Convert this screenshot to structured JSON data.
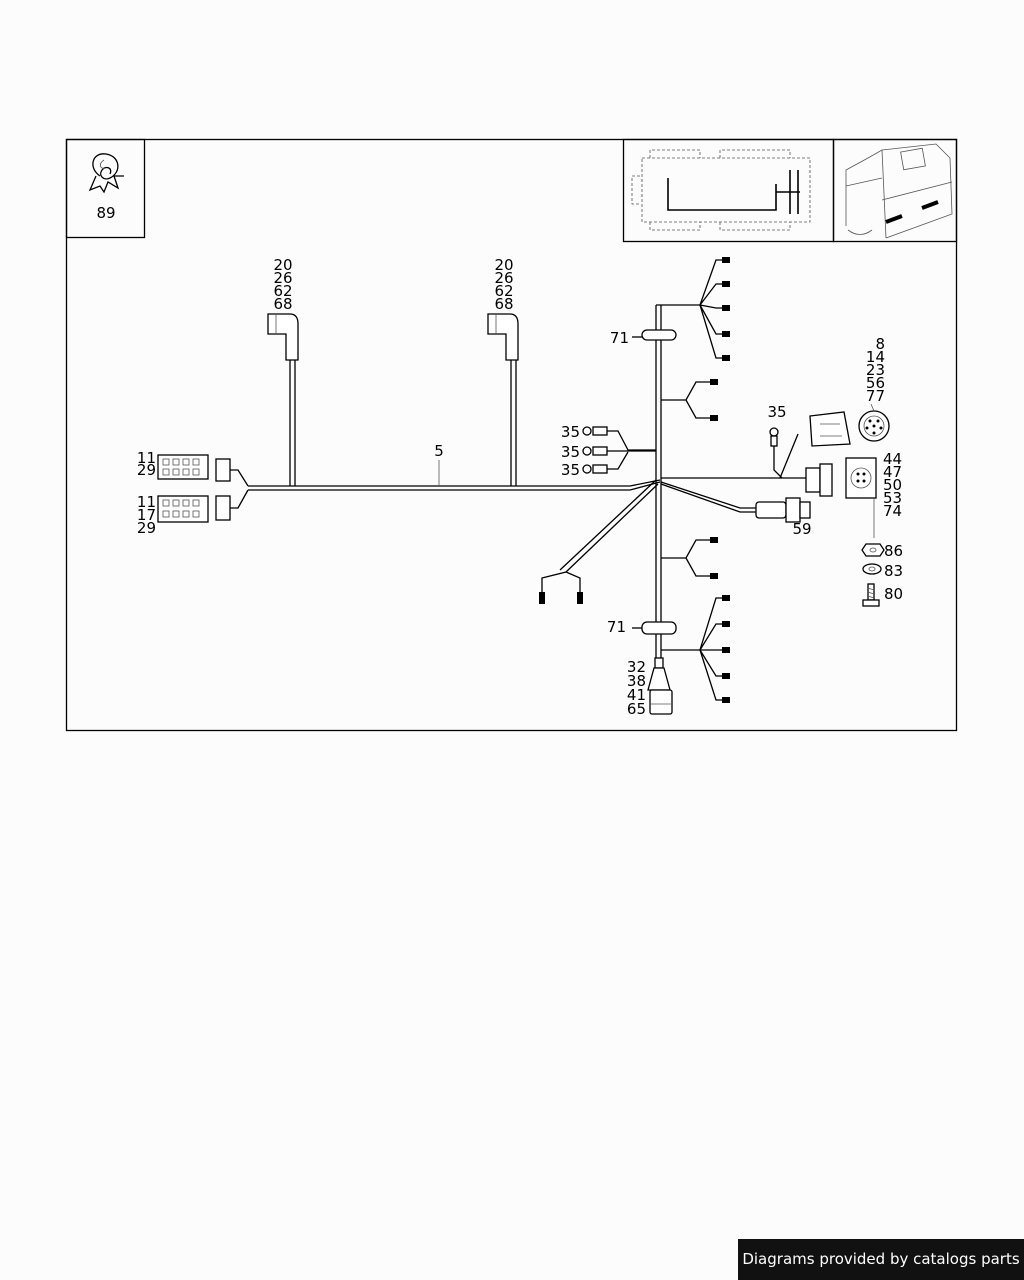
{
  "clip_legend": {
    "number": "89",
    "icon": "clip-icon"
  },
  "locator_views": {
    "top_icon": "vehicle-top-view-icon",
    "rear_icon": "vehicle-rear-view-icon"
  },
  "callouts": {
    "main_harness": "5",
    "connector_a": [
      "20",
      "26",
      "62",
      "68"
    ],
    "connector_b": [
      "20",
      "26",
      "62",
      "68"
    ],
    "left_plug_top": [
      "11",
      "29"
    ],
    "left_plug_bottom": [
      "11",
      "17",
      "29"
    ],
    "ring_terminals": [
      "35",
      "35",
      "35"
    ],
    "grommet_upper": "71",
    "grommet_lower": "71",
    "ground_terminal": "35",
    "socket_cover": [
      "8",
      "14",
      "23",
      "56",
      "77"
    ],
    "panel_socket": [
      "44",
      "47",
      "50",
      "53",
      "74"
    ],
    "round_plug": "59",
    "nut": "86",
    "washer": "83",
    "bolt": "80",
    "bottom_plug": [
      "32",
      "38",
      "41",
      "65"
    ]
  },
  "footer": {
    "text": "Diagrams provided by catalogs parts"
  }
}
